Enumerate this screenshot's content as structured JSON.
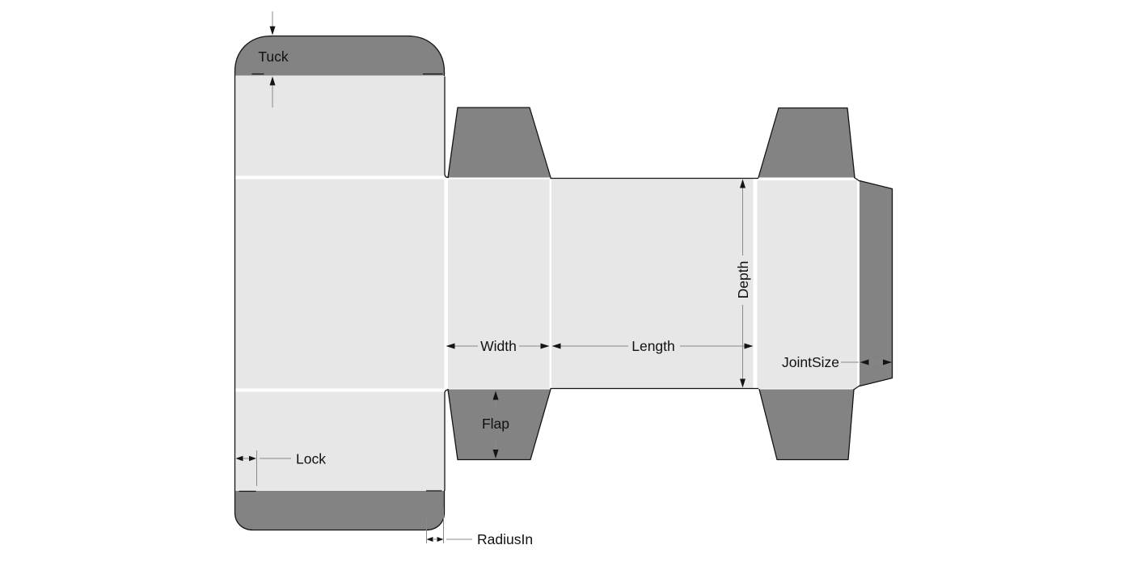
{
  "diagram": {
    "kind": "carton-dieline",
    "labels": {
      "tuck": "Tuck",
      "width": "Width",
      "length": "Length",
      "depth": "Depth",
      "flap": "Flap",
      "joint_size": "JointSize",
      "lock": "Lock",
      "radius_in": "RadiusIn"
    }
  },
  "theme": {
    "background": "#ffffff",
    "panel_fill": "#e7e7e7",
    "flap_fill": "#838383",
    "cut_stroke": "#141414",
    "dim_stroke": "#8a8a8a",
    "text_color": "#111111"
  }
}
